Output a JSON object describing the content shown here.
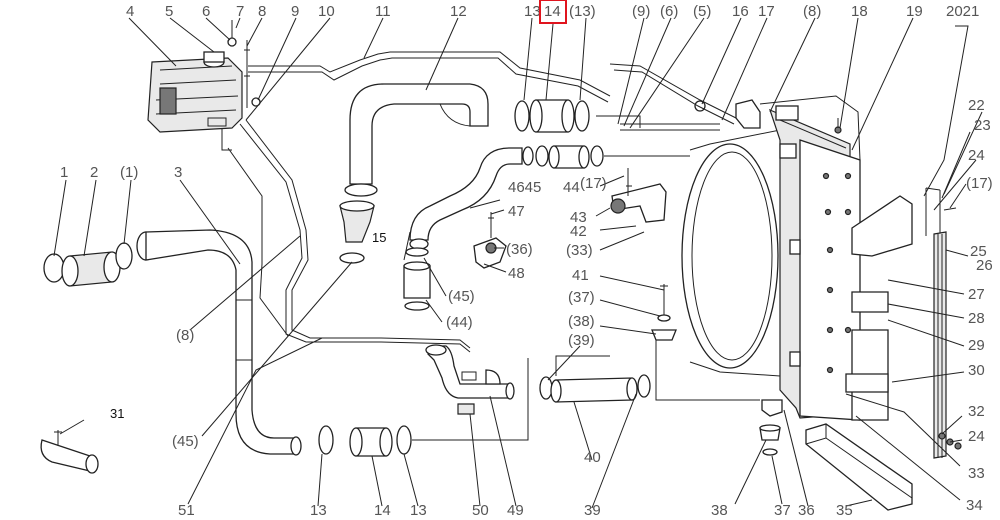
{
  "labels": {
    "top": [
      "4",
      "5",
      "6",
      "7",
      "8",
      "9",
      "10",
      "11",
      "12",
      "13",
      "14",
      "(13)",
      "(9)",
      "(6)",
      "(5)",
      "16",
      "17",
      "(8)",
      "18",
      "19",
      "2021"
    ],
    "left": [
      "1",
      "2",
      "(1)",
      "3",
      "(8)",
      "31",
      "(45)",
      "51"
    ],
    "middle": [
      "15",
      "4645",
      "44",
      "(17)",
      "47",
      "43",
      "42",
      "(36)",
      "(33)",
      "48",
      "41",
      "(45)",
      "(37)",
      "(44)",
      "(38)",
      "(39)",
      "40"
    ],
    "right": [
      "22",
      "23",
      "24",
      "(17)",
      "25",
      "26",
      "27",
      "28",
      "29",
      "30",
      "32",
      "24",
      "33",
      "34"
    ],
    "bottom": [
      "13",
      "14",
      "13",
      "50",
      "49",
      "39",
      "38",
      "37",
      "36",
      "35"
    ]
  },
  "highlighted_label": "14",
  "highlight_color": "#e0141e"
}
